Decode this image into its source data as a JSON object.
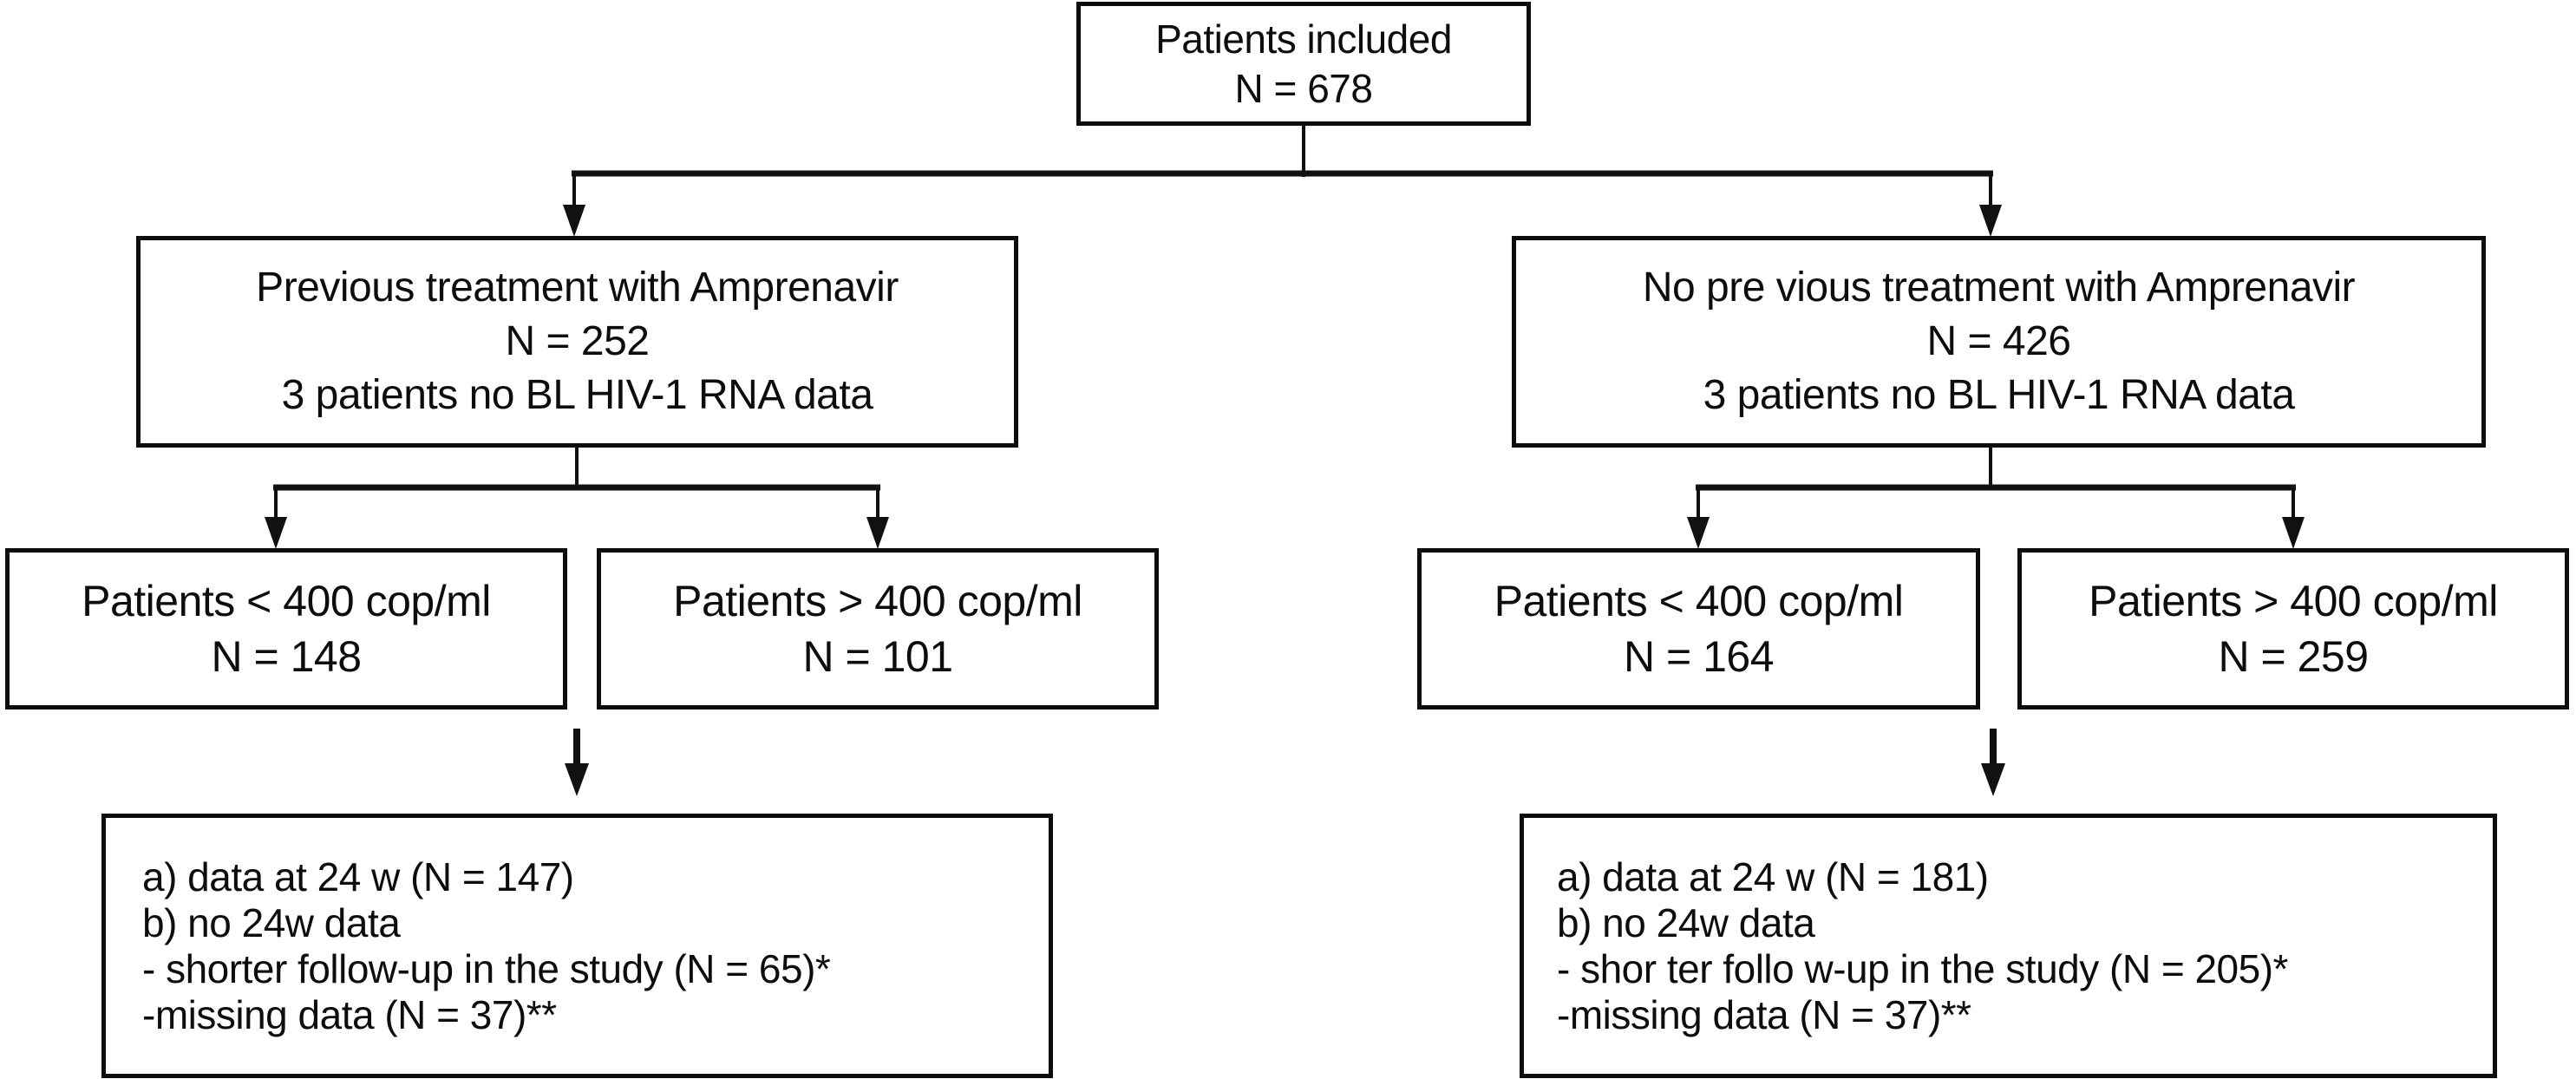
{
  "diagram": {
    "type": "flowchart",
    "colors": {
      "line": "#111111",
      "box_border": "#0d0d0d",
      "box_background": "#ffffff",
      "text": "#0d0d0d"
    },
    "boxes": {
      "root": {
        "lines": [
          "Patients included",
          "N = 678"
        ]
      },
      "prev_treatment": {
        "lines": [
          "Previous treatment with Amprenavir",
          "N = 252",
          "3 patients no BL HIV-1 RNA data"
        ]
      },
      "no_prev_treatment": {
        "lines": [
          "No pre vious treatment with Amprenavir",
          "N = 426",
          "3 patients no BL HIV-1 RNA data"
        ]
      },
      "prev_lt400": {
        "lines": [
          "Patients < 400 cop/ml",
          "N = 148"
        ]
      },
      "prev_gt400": {
        "lines": [
          "Patients > 400 cop/ml",
          "N = 101"
        ]
      },
      "noprev_lt400": {
        "lines": [
          "Patients < 400 cop/ml",
          "N = 164"
        ]
      },
      "noprev_gt400": {
        "lines": [
          "Patients > 400 cop/ml",
          "N = 259"
        ]
      },
      "prev_outcome": {
        "lines": [
          "a) data at 24 w (N = 147)",
          "b) no 24w data",
          "- shorter follow-up in the study (N = 65)*",
          "-missing data (N = 37)**"
        ]
      },
      "noprev_outcome": {
        "lines": [
          "a) data at 24 w (N = 181)",
          "b) no 24w data",
          "- shor ter follo w-up in the study (N = 205)*",
          "-missing data (N = 37)**"
        ]
      }
    }
  }
}
